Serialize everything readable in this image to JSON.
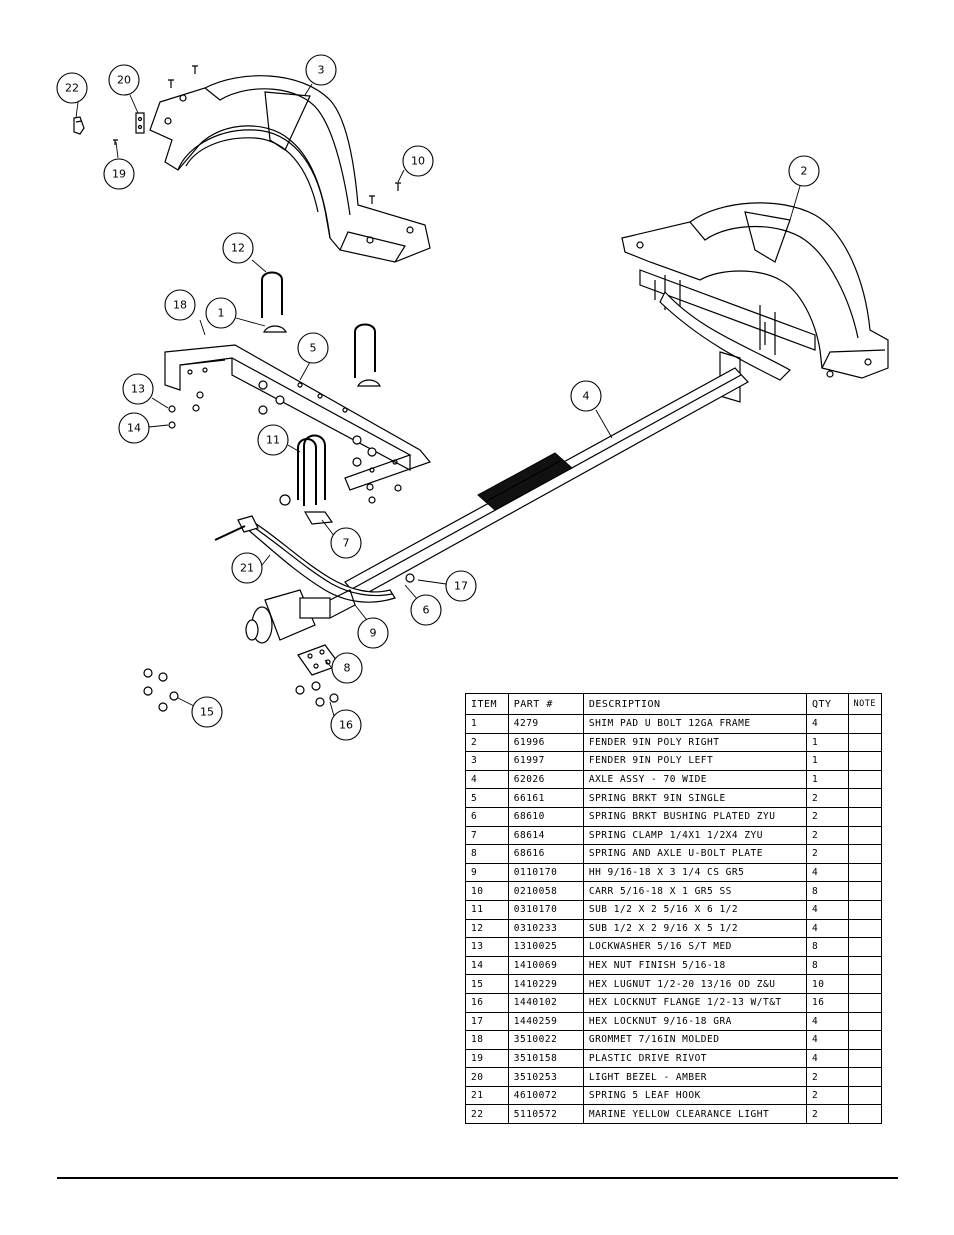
{
  "bom": {
    "headers": [
      "ITEM",
      "PART #",
      "DESCRIPTION",
      "QTY",
      "NOTE"
    ],
    "rows": [
      {
        "item": "1",
        "part": "4279",
        "desc": "SHIM PAD   U BOLT 12GA FRAME",
        "qty": "4",
        "note": ""
      },
      {
        "item": "2",
        "part": "61996",
        "desc": "FENDER  9IN POLY RIGHT",
        "qty": "1",
        "note": ""
      },
      {
        "item": "3",
        "part": "61997",
        "desc": "FENDER  9IN POLY LEFT",
        "qty": "1",
        "note": ""
      },
      {
        "item": "4",
        "part": "62026",
        "desc": "AXLE ASSY - 70 WIDE",
        "qty": "1",
        "note": ""
      },
      {
        "item": "5",
        "part": "66161",
        "desc": "SPRING BRKT   9IN SINGLE",
        "qty": "2",
        "note": ""
      },
      {
        "item": "6",
        "part": "68610",
        "desc": "SPRING BRKT BUSHING PLATED ZYU",
        "qty": "2",
        "note": ""
      },
      {
        "item": "7",
        "part": "68614",
        "desc": "SPRING CLAMP   1/4X1 1/2X4  ZYU",
        "qty": "2",
        "note": ""
      },
      {
        "item": "8",
        "part": "68616",
        "desc": "SPRING AND AXLE U-BOLT PLATE",
        "qty": "2",
        "note": ""
      },
      {
        "item": "9",
        "part": "0110170",
        "desc": "HH 9/16-18 X 3 1/4 CS GR5",
        "qty": "4",
        "note": ""
      },
      {
        "item": "10",
        "part": "0210058",
        "desc": "CARR 5/16-18 X 1 GR5 SS",
        "qty": "8",
        "note": ""
      },
      {
        "item": "11",
        "part": "0310170",
        "desc": "SUB 1/2 X 2 5/16 X 6 1/2",
        "qty": "4",
        "note": ""
      },
      {
        "item": "12",
        "part": "0310233",
        "desc": "SUB 1/2 X 2 9/16 X 5 1/2",
        "qty": "4",
        "note": ""
      },
      {
        "item": "13",
        "part": "1310025",
        "desc": "LOCKWASHER 5/16 S/T MED",
        "qty": "8",
        "note": ""
      },
      {
        "item": "14",
        "part": "1410069",
        "desc": "HEX NUT FINISH 5/16-18",
        "qty": "8",
        "note": ""
      },
      {
        "item": "15",
        "part": "1410229",
        "desc": "HEX LUGNUT 1/2-20 13/16 OD Z&U",
        "qty": "10",
        "note": ""
      },
      {
        "item": "16",
        "part": "1440102",
        "desc": "HEX LOCKNUT FLANGE 1/2-13 W/T&T",
        "qty": "16",
        "note": ""
      },
      {
        "item": "17",
        "part": "1440259",
        "desc": "HEX LOCKNUT 9/16-18 GRA",
        "qty": "4",
        "note": ""
      },
      {
        "item": "18",
        "part": "3510022",
        "desc": "GROMMET  7/16IN MOLDED",
        "qty": "4",
        "note": ""
      },
      {
        "item": "19",
        "part": "3510158",
        "desc": "PLASTIC DRIVE RIVOT",
        "qty": "4",
        "note": ""
      },
      {
        "item": "20",
        "part": "3510253",
        "desc": "LIGHT BEZEL - AMBER",
        "qty": "2",
        "note": ""
      },
      {
        "item": "21",
        "part": "4610072",
        "desc": "SPRING  5 LEAF HOOK",
        "qty": "2",
        "note": ""
      },
      {
        "item": "22",
        "part": "5110572",
        "desc": "MARINE YELLOW CLEARANCE LIGHT",
        "qty": "2",
        "note": ""
      }
    ]
  },
  "callouts": [
    "1",
    "2",
    "3",
    "4",
    "5",
    "6",
    "7",
    "8",
    "9",
    "10",
    "11",
    "12",
    "13",
    "14",
    "15",
    "16",
    "17",
    "18",
    "19",
    "20",
    "21",
    "22"
  ]
}
